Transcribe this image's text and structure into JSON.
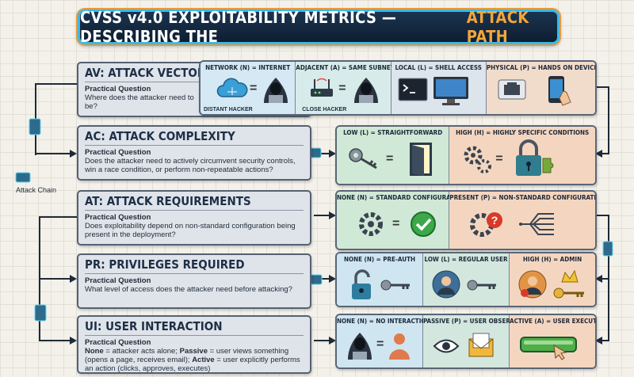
{
  "title": {
    "main": "CVSS v4.0 EXPLOITABILITY METRICS — DESCRIBING THE",
    "accent": "ATTACK PATH"
  },
  "side": {
    "chain_label": "Attack Chain"
  },
  "metrics": {
    "av": {
      "heading": "AV: ATTACK VECTOR",
      "pq": "Practical Question",
      "question": "Where does the attacker need to be?",
      "options": [
        "NETWORK (N) = INTERNET",
        "ADJACENT (A) = SAME SUBNET",
        "LOCAL (L) = SHELL ACCESS",
        "PHYSICAL (P) = HANDS ON DEVICE"
      ],
      "captions": [
        "DISTANT HACKER",
        "CLOSE HACKER"
      ]
    },
    "ac": {
      "heading": "AC: ATTACK COMPLEXITY",
      "pq": "Practical Question",
      "question": "Does the attacker need to actively circumvent security controls, win a race condition, or perform non-repeatable actions?",
      "options": [
        "LOW (L) = STRAIGHTFORWARD",
        "HIGH (H) = HIGHLY SPECIFIC CONDITIONS"
      ]
    },
    "at": {
      "heading": "AT: ATTACK REQUIREMENTS",
      "pq": "Practical Question",
      "question": "Does exploitability depend on non-standard configuration being present in the deployment?",
      "options": [
        "NONE (N) = STANDARD CONFIGURATION",
        "PRESENT (P) = NON-STANDARD CONFIGURATION"
      ]
    },
    "pr": {
      "heading": "PR: PRIVILEGES REQUIRED",
      "pq": "Practical Question",
      "question": "What level of access does the attacker need before attacking?",
      "options": [
        "NONE (N) = PRE-AUTH",
        "LOW (L) = REGULAR USER",
        "HIGH (H) = ADMIN"
      ]
    },
    "ui": {
      "heading": "UI: USER INTERACTION",
      "pq": "Practical Question",
      "q_none": "None",
      "q_none_t": " = attacker acts alone; ",
      "q_passive": "Passive",
      "q_passive_t": " = user views something (opens a page, receives email); ",
      "q_active": "Active",
      "q_active_t": " = user explicitly performs an action (clicks, approves, executes)",
      "options": [
        "NONE (N) = NO INTERACTION",
        "PASSIVE (P) = USER OBSERVES",
        "ACTIVE (A) = USER EXECUTES"
      ]
    }
  },
  "colors": {
    "accent": "#f3a53b",
    "title_border": "#39b9e8",
    "panel_blue": "#cfe6f1",
    "panel_green": "#cfe9d6",
    "panel_orange": "#f6d9c2"
  }
}
